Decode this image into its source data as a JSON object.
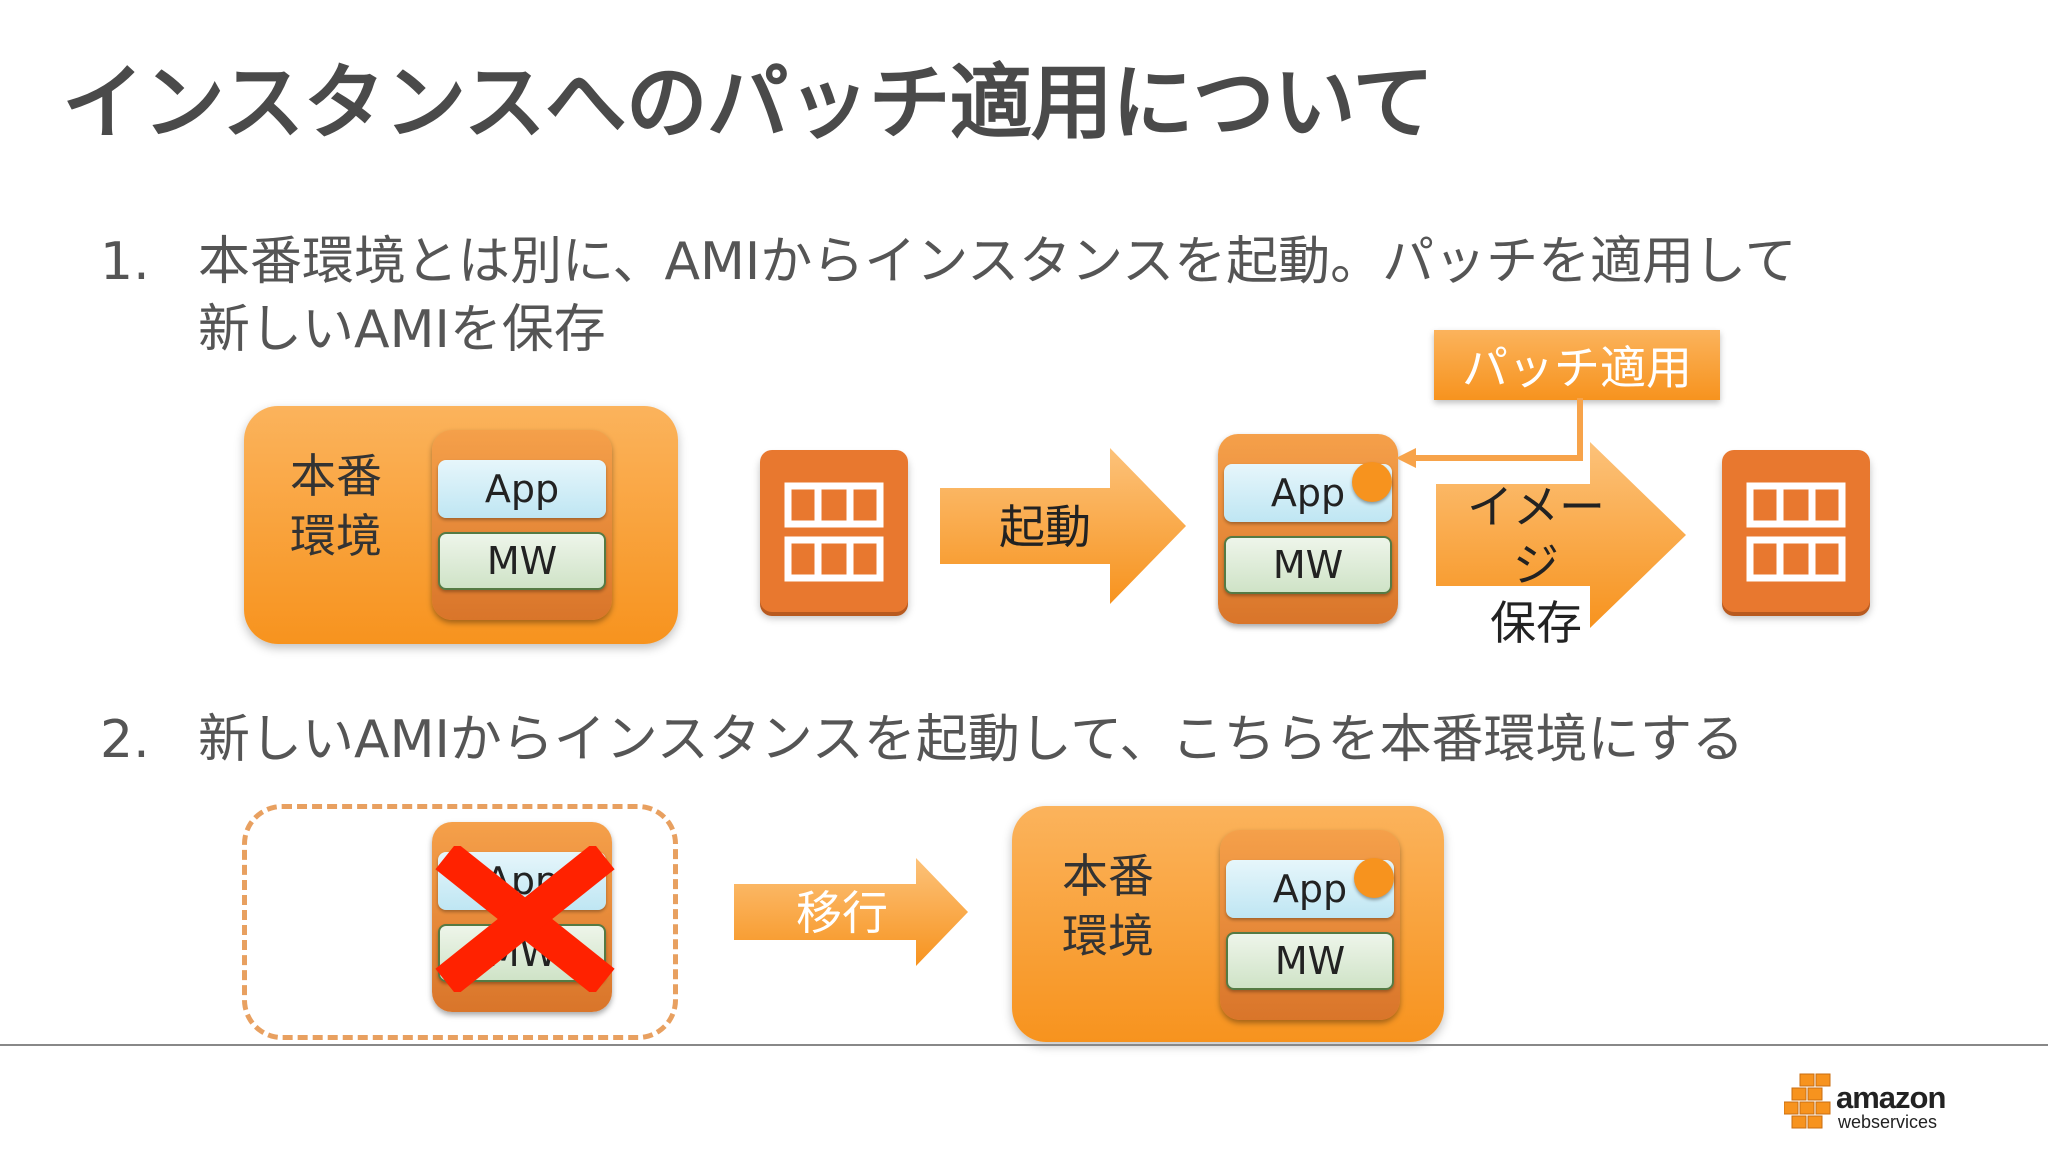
{
  "title": "インスタンスへのパッチ適用について",
  "step1": {
    "num": "1.",
    "line1": "本番環境とは別に、AMIからインスタンスを起動。パッチを適用して",
    "line2": "新しいAMIを保存"
  },
  "step2": {
    "num": "2.",
    "line1": "新しいAMIからインスタンスを起動して、こちらを本番環境にする"
  },
  "diagram1": {
    "env_label_1": "本番",
    "env_label_2": "環境",
    "app": "App",
    "mw": "MW",
    "arrow_launch": "起動",
    "callout_patch": "パッチ適用",
    "arrow_save_1": "イメージ",
    "arrow_save_2": "保存"
  },
  "diagram2": {
    "app": "App",
    "mw": "MW",
    "arrow_migrate": "移行",
    "env_label_1": "本番",
    "env_label_2": "環境"
  },
  "logo": {
    "line1": "amazon",
    "line2": "webservices"
  },
  "colors": {
    "orange": "#f7931e",
    "dark_orange": "#e8782f",
    "cross": "#ff2200"
  }
}
